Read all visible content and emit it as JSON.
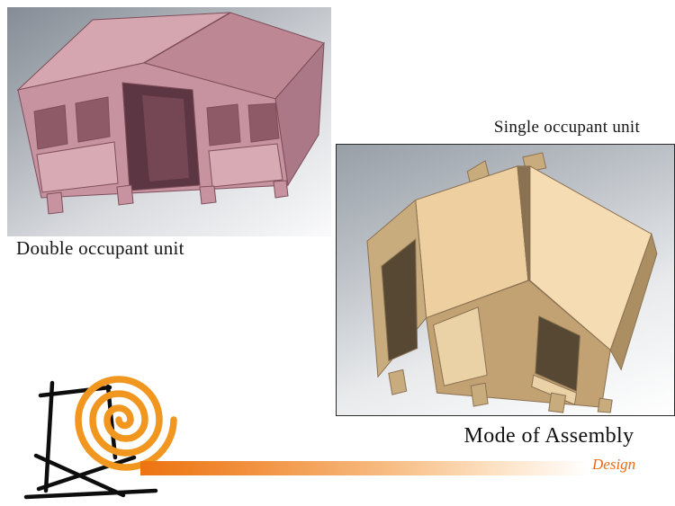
{
  "page": {
    "background": "#ffffff"
  },
  "viewports": {
    "double": {
      "label": "Double occupant unit"
    },
    "single": {
      "label": "Single occupant unit"
    }
  },
  "footer": {
    "assembly_title": "Mode of Assembly",
    "brand": "Design"
  },
  "icons": {
    "spiral": "spiral-icon",
    "sketch": "house-sketch-icon"
  },
  "colors": {
    "accent": "#ee7514",
    "brand_text": "#ee6a10",
    "pink": {
      "roof_light": "#d6a6b0",
      "roof_dark": "#bd8794",
      "wall": "#c793a0",
      "side": "#aa7886",
      "panel": "#d8abb4",
      "window": "#8e5a67",
      "opening": "#5c3642"
    },
    "tan": {
      "roof_left": "#eed0a0",
      "roof_right": "#f5dcb2",
      "wall": "#c9ac7d",
      "side": "#ab8f63",
      "front": "#c2a273",
      "flap": "#ead2a6",
      "window": "#574833"
    }
  }
}
